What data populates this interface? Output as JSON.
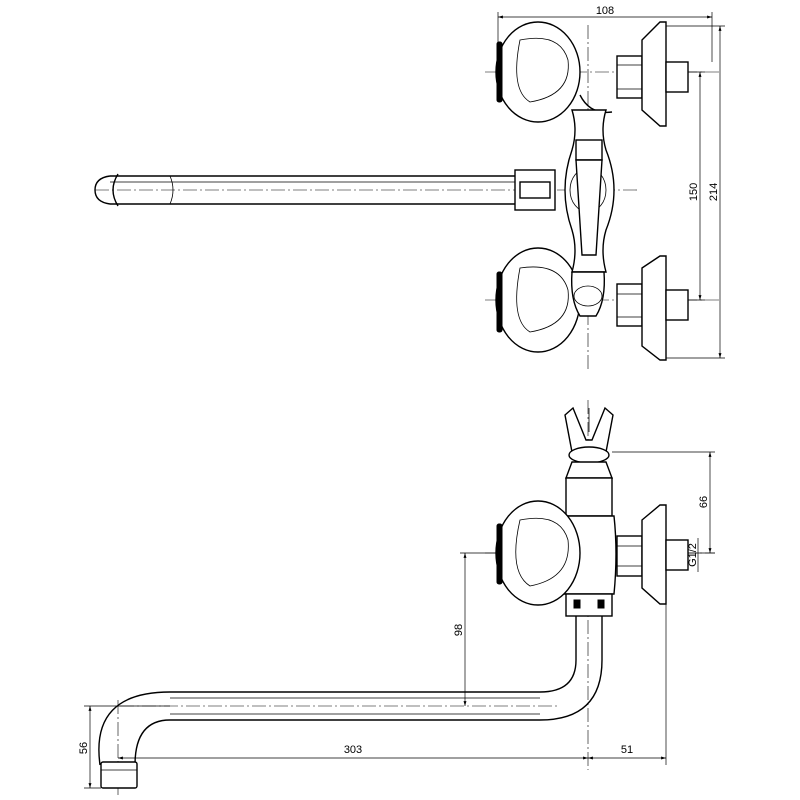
{
  "dimensions": {
    "top_width": "108",
    "top_inner_height": "150",
    "top_outer_height": "214",
    "holder_height": "66",
    "thread": "G1/2",
    "spout_height": "98",
    "spout_reach": "303",
    "wall_offset": "51",
    "spout_drop": "56"
  }
}
